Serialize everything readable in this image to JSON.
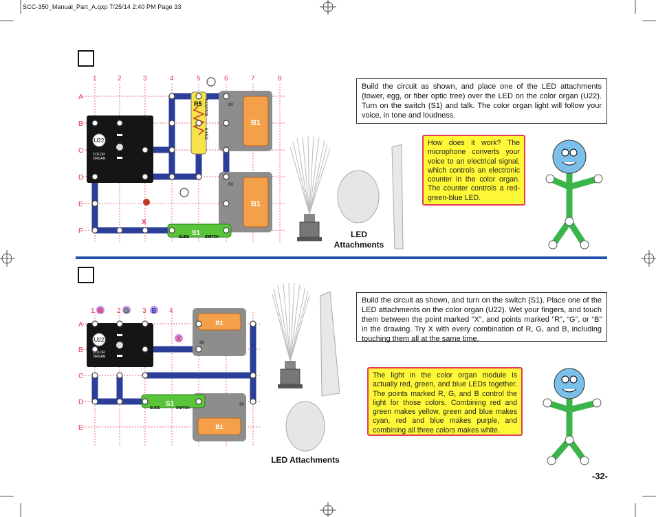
{
  "slug": "SCC-350_Manual_Part_A.qxp  7/25/14  2:40 PM  Page 33",
  "page_number": "-32-",
  "project1": {
    "description": "Build the circuit as shown, and place one of the LED attachments (tower, egg, or fiber optic tree) over the LED on the color organ (U22). Turn on the switch (S1) and talk. The color organ light will follow your voice, in tone and loudness.",
    "how_it_works": "How does it work? The microphone converts your voice to an electrical signal, which controls an electronic counter in the color organ. The counter controls a red-green-blue LED.",
    "led_label_line1": "LED",
    "led_label_line2": "Attachments",
    "grid_columns": [
      "1",
      "2",
      "3",
      "4",
      "5",
      "6",
      "7",
      "8"
    ],
    "grid_rows": [
      "A",
      "B",
      "C",
      "D",
      "E",
      "F"
    ],
    "parts": {
      "u22": "U22",
      "organ1": "COLOR",
      "organ2": "ORGAN",
      "r5": "R5",
      "resistor": "RESISTOR",
      "ohm": "5.1KΩ",
      "b1": "B1",
      "b1b": "B1",
      "v1": "3V",
      "v2": "3V",
      "s1": "S1",
      "slide": "SLIDE",
      "switch": "SWITCH",
      "x": "X"
    }
  },
  "project2": {
    "description": "Build the circuit as shown, and turn on the switch (S1). Place one of the LED attachments on the color organ (U22). Wet your fingers, and touch them between the point marked “X”, and points marked “R”, “G”, or “B” in the drawing. Try X with every combination of R, G, and B, including touching them all at the same time.",
    "explanation": "The light in the color organ module is actually red, green, and blue LEDs together. The points marked R, G, and B control the light for those colors. Combining red and green makes yellow, green and blue makes cyan, red and blue makes purple, and combining all three colors makes white.",
    "led_label": "LED Attachments",
    "grid_columns": [
      "1",
      "2",
      "3",
      "4"
    ],
    "grid_rows": [
      "A",
      "B",
      "C",
      "D",
      "E"
    ],
    "markers": [
      "R",
      "G",
      "B",
      "X"
    ],
    "parts": {
      "u22": "U22",
      "organ1": "COLOR",
      "organ2": "ORGAN",
      "b1": "B1",
      "b1b": "B1",
      "v1": "3V",
      "v2": "3V",
      "s1": "S1",
      "slide": "SLIDE",
      "switch": "SWITCH"
    }
  },
  "colors": {
    "grid": "#e8324a",
    "wire": "#2b3f9a",
    "callout_fill": "#fff836",
    "callout_border": "#e23b58",
    "divider": "#1f4fa8",
    "switch": "#58c43a",
    "battery_box": "#8d8d8d"
  }
}
